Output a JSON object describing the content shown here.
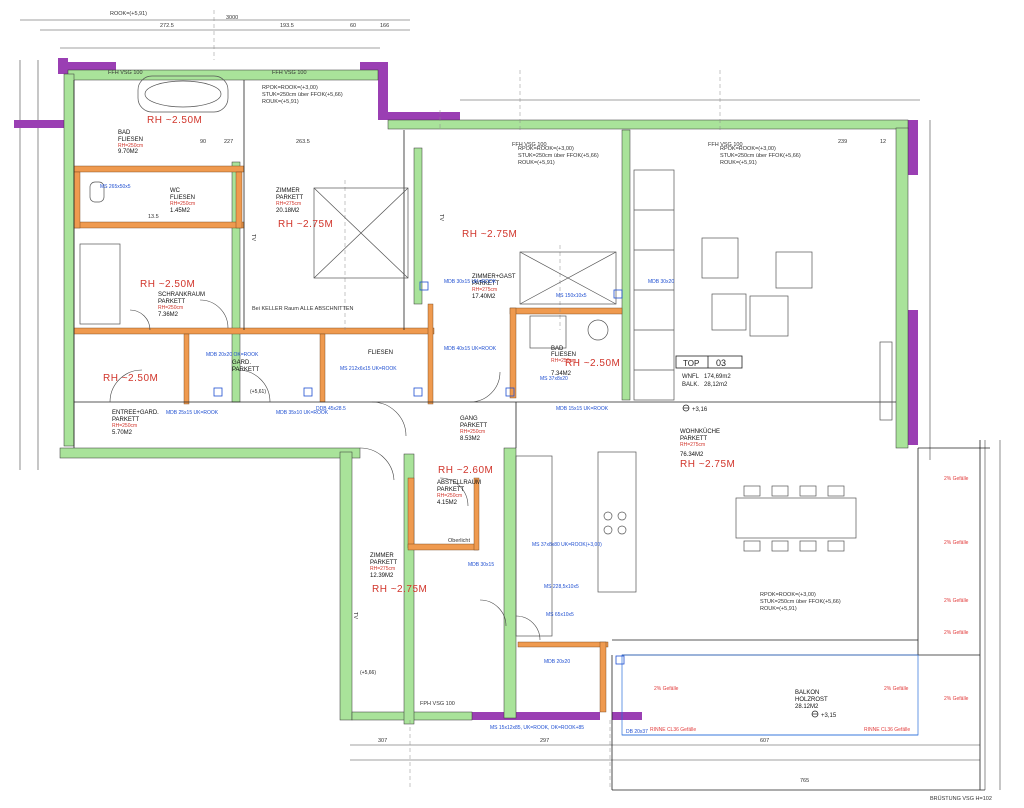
{
  "rooms": [
    {
      "name": "BAD",
      "floor": "FLIESEN",
      "height": "RH=250cm",
      "area": "9.70M2"
    },
    {
      "name": "WC",
      "floor": "FLIESEN",
      "height": "RH=250cm",
      "area": "1.45M2"
    },
    {
      "name": "SCHRANKRAUM",
      "floor": "PARKETT",
      "height": "RH=250cm",
      "area": "7.36M2"
    },
    {
      "name": "ZIMMER",
      "floor": "PARKETT",
      "height": "RH=275cm",
      "area": "20.18M2"
    },
    {
      "name": "ZIMMER+GAST",
      "floor": "PARKETT",
      "height": "RH=275cm",
      "area": "17.40M2"
    },
    {
      "name": "BAD",
      "floor": "FLIESEN",
      "height": "RH=250cm",
      "area": "7.34M2"
    },
    {
      "name": "GARD.",
      "floor": "PARKETT",
      "height": "",
      "area": ""
    },
    {
      "name": "FLIESEN",
      "floor": "",
      "height": "",
      "area": ""
    },
    {
      "name": "ENTREE+GARD.",
      "floor": "PARKETT",
      "height": "RH=250cm",
      "area": "5.70M2"
    },
    {
      "name": "GANG",
      "floor": "PARKETT",
      "height": "RH=250cm",
      "area": "8.53M2"
    },
    {
      "name": "ABSTELLRAUM",
      "floor": "PARKETT",
      "height": "RH=250cm",
      "area": "4.15M2"
    },
    {
      "name": "ZIMMER",
      "floor": "PARKETT",
      "height": "RH=275cm",
      "area": "12.39M2"
    },
    {
      "name": "WOHNKÜCHE",
      "floor": "PARKETT",
      "height": "RH=275cm",
      "area": "76.34M2"
    },
    {
      "name": "BALKON",
      "floor": "HOLZROST",
      "height": "",
      "area": "28.12M2"
    }
  ],
  "room_heights": [
    "RH ~2.50M",
    "RH ~2.75M",
    "RH ~2.75M",
    "RH ~2.50M",
    "RH ~2.50M",
    "RH ~2.50M",
    "RH ~2.60M",
    "RH ~2.75M",
    "RH ~2.75M"
  ],
  "top_box": {
    "label": "TOP",
    "number": "03",
    "wnfl_label": "WNFL",
    "wnfl": "174,69m2",
    "balk_label": "BALK.",
    "balk": "28,12m2"
  },
  "levels": [
    "+3,16",
    "+3,15",
    "(+5,61)",
    "(+5,66)"
  ],
  "ffh_labels": [
    "FFH VSG 100",
    "FFH VSG 100",
    "FFH VSG 100",
    "FFH VSG 100",
    "FPH VSG 100"
  ],
  "dims_top": [
    "ROOK=(+5,91)",
    "272.5",
    "3000",
    "193.5",
    "60",
    "166",
    "263.5",
    "90",
    "227",
    "13.5",
    "239",
    "12"
  ],
  "dims_bottom": [
    "307",
    "297",
    "607",
    "765",
    "BRÜSTUNG VSG H=102"
  ],
  "annotations": {
    "rpok1": "RPOK=ROOK=(+3,00)",
    "stuk1": "STUK=250cm über FFOK(+5,66)",
    "rouk1": "ROUK=(+5,91)",
    "rpok2": "RPOK=ROOK=(+3,00)",
    "stuk2": "STUK=250cm über FFOK(+5,66)",
    "rouk2": "ROUK=(+5,91)",
    "rpok3": "RPOK=ROOK=(+3,00)",
    "stuk3": "STUK=250cm über FFOK(+5,66)",
    "rouk3": "ROUK=(+5,91)",
    "rpok4": "RPOK=ROOK=(+3,00)",
    "stuk4": "STUK=250cm über FFOK(+5,66)",
    "rouk4": "ROUK=(+5,91)",
    "tv": "TV",
    "gefaelle": "2% Gefälle",
    "oberlicht": "Oberlicht",
    "rinne": "RINNE CL36 Gefälle",
    "hinweis": "Bei KELLER Raum ALLE ABSCHNITTEN"
  },
  "blue_tags": [
    "MS 265x50x5",
    "MS 150x10x5",
    "MDB 30x15 UK=ROOK",
    "MDB 40x15 UK=ROOK",
    "MS 37x8x20",
    "MDB 20x20 OK=ROOK",
    "MDB 35x10 UK=ROOK",
    "DDB 45x28.5",
    "MS 37x8x80 UK=ROOK(+3,00)",
    "MS 228,5x10x5",
    "MS 65x10x5",
    "MDB 30x15",
    "MDB 20x20",
    "MS 15x12x85, UK=ROOK, OK=ROOK+85",
    "DB 20x37",
    "MS 212x6x15 UK=ROOK",
    "MDB 15x15 UK=ROOK",
    "MDB 30x20",
    "MDB 25x15 UK=ROOK"
  ]
}
